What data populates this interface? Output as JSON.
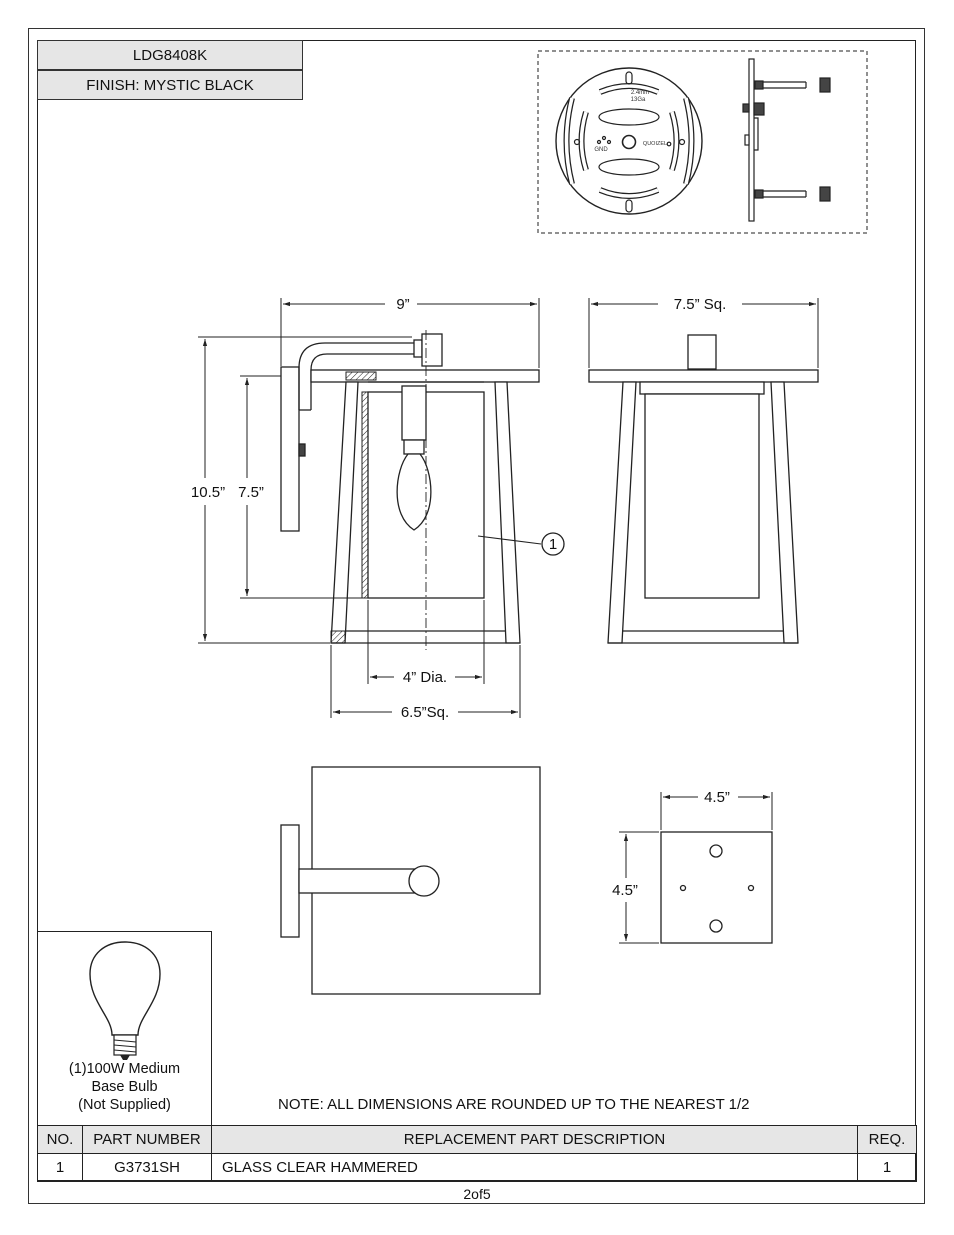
{
  "header": {
    "model": "LDG8408K",
    "finish": "FINISH: MYSTIC BLACK"
  },
  "mount_plate": {
    "label_gauge": "2.4mm",
    "label_ga": "13Ga",
    "label_gnd": "GND",
    "label_brand": "QUOIZEL"
  },
  "dimensions": {
    "overall_width": "9”",
    "top_square": "7.5” Sq.",
    "overall_height": "10.5”",
    "glass_height": "7.5”",
    "glass_dia": "4” Dia.",
    "base_square": "6.5”Sq.",
    "backplate_width": "4.5”",
    "backplate_height": "4.5”",
    "callout": "1"
  },
  "bulb": {
    "caption_line1": "(1)100W Medium",
    "caption_line2": "Base Bulb",
    "caption_line3": "(Not Supplied)"
  },
  "note": "NOTE:  ALL DIMENSIONS ARE ROUNDED UP TO THE NEAREST  1/2",
  "parts_table": {
    "headers": {
      "no": "NO.",
      "part_number": "PART NUMBER",
      "description": "REPLACEMENT PART DESCRIPTION",
      "req": "REQ."
    },
    "rows": [
      {
        "no": "1",
        "part_number": "G3731SH",
        "description": "GLASS CLEAR HAMMERED",
        "req": "1"
      }
    ]
  },
  "page": "2of5"
}
